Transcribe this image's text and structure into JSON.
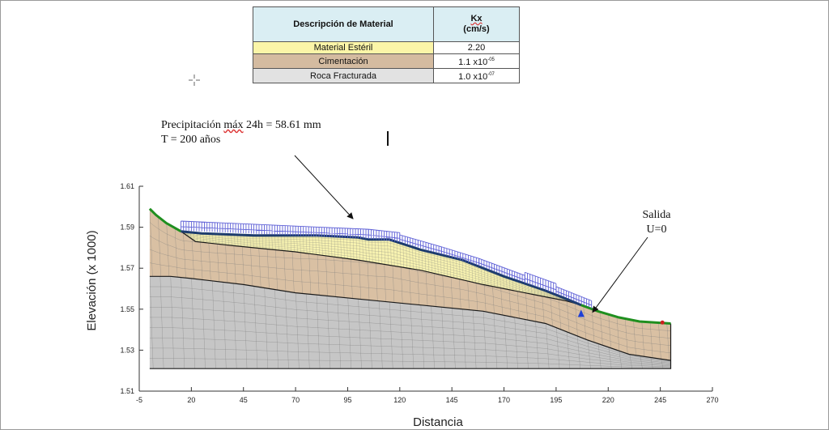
{
  "material_table": {
    "headers": {
      "description": "Descripción de Material",
      "kx_symbol": "Kx",
      "kx_unit": "(cm/s)"
    },
    "rows": [
      {
        "material": "Material Estéril",
        "kx": "2.20",
        "kx_exp": "",
        "color": "#fbf5a8"
      },
      {
        "material": "Cimentación",
        "kx": "1.1 x10",
        "kx_exp": "-05",
        "color": "#d4bba0"
      },
      {
        "material": "Roca Fracturada",
        "kx": "1.0 x10",
        "kx_exp": "-07",
        "color": "#e2e2e2"
      }
    ]
  },
  "annotations": {
    "precip_prefix": "Precipitación ",
    "precip_word": "máx",
    "precip_suffix": " 24h = 58.61 mm",
    "return_period": "T = 200 años",
    "outlet_line1": "Salida",
    "outlet_line2": "U=0"
  },
  "chart_data": {
    "type": "diagram",
    "xlabel": "Distancia",
    "ylabel": "Elevación (x  1000)",
    "x_ticks": [
      "-5",
      "20",
      "45",
      "70",
      "95",
      "120",
      "145",
      "170",
      "195",
      "220",
      "245",
      "270"
    ],
    "y_ticks": [
      "1.61",
      "1.59",
      "1.57",
      "1.55",
      "1.53",
      "1.51"
    ],
    "xlim": [
      -5,
      270
    ],
    "ylim": [
      1.51,
      1.61
    ],
    "colors": {
      "waste_fill": "#f7f2b0",
      "foundation_fill": "#d9c0a3",
      "rock_fill": "#c6c6c6",
      "mesh": "#7a7a7a",
      "surface_boundary": "#1d3c6e",
      "ground_surface": "#1f8f1f",
      "rain_boundary": "#5d5fd6"
    },
    "ground_surface": [
      [
        0,
        1.599
      ],
      [
        3,
        1.596
      ],
      [
        8,
        1.592
      ],
      [
        15,
        1.588
      ],
      [
        25,
        1.587
      ],
      [
        50,
        1.586
      ],
      [
        80,
        1.586
      ],
      [
        100,
        1.585
      ],
      [
        105,
        1.584
      ],
      [
        115,
        1.584
      ],
      [
        130,
        1.579
      ],
      [
        150,
        1.574
      ],
      [
        170,
        1.566
      ],
      [
        190,
        1.559
      ],
      [
        200,
        1.555
      ],
      [
        207,
        1.552
      ],
      [
        215,
        1.549
      ],
      [
        225,
        1.546
      ],
      [
        235,
        1.544
      ],
      [
        250,
        1.543
      ]
    ],
    "waste_bottom": [
      [
        15,
        1.588
      ],
      [
        22,
        1.583
      ],
      [
        40,
        1.581
      ],
      [
        70,
        1.578
      ],
      [
        100,
        1.574
      ],
      [
        130,
        1.569
      ],
      [
        160,
        1.562
      ],
      [
        185,
        1.557
      ],
      [
        200,
        1.554
      ],
      [
        207,
        1.552
      ]
    ],
    "foundation_bottom": [
      [
        0,
        1.566
      ],
      [
        10,
        1.566
      ],
      [
        20,
        1.565
      ],
      [
        45,
        1.562
      ],
      [
        70,
        1.558
      ],
      [
        100,
        1.555
      ],
      [
        130,
        1.552
      ],
      [
        160,
        1.549
      ],
      [
        190,
        1.543
      ],
      [
        210,
        1.535
      ],
      [
        230,
        1.528
      ],
      [
        250,
        1.525
      ]
    ],
    "base_elevation": 1.521,
    "rain_segments": [
      {
        "x": [
          15,
          105
        ],
        "ytop": 1.593
      },
      {
        "x": [
          105,
          120
        ],
        "ytop": 1.589
      },
      {
        "x": [
          120,
          140
        ],
        "ytop": 1.585
      },
      {
        "x": [
          140,
          158
        ],
        "ytop": 1.58
      },
      {
        "x": [
          158,
          180
        ],
        "ytop": 1.574
      },
      {
        "x": [
          180,
          195
        ],
        "ytop": 1.568
      },
      {
        "x": [
          195,
          212
        ],
        "ytop": 1.561
      }
    ],
    "outlet_point": [
      211,
      1.547
    ],
    "seepage_marker": [
      207,
      1.547
    ],
    "end_marker": [
      246,
      1.5435
    ]
  }
}
